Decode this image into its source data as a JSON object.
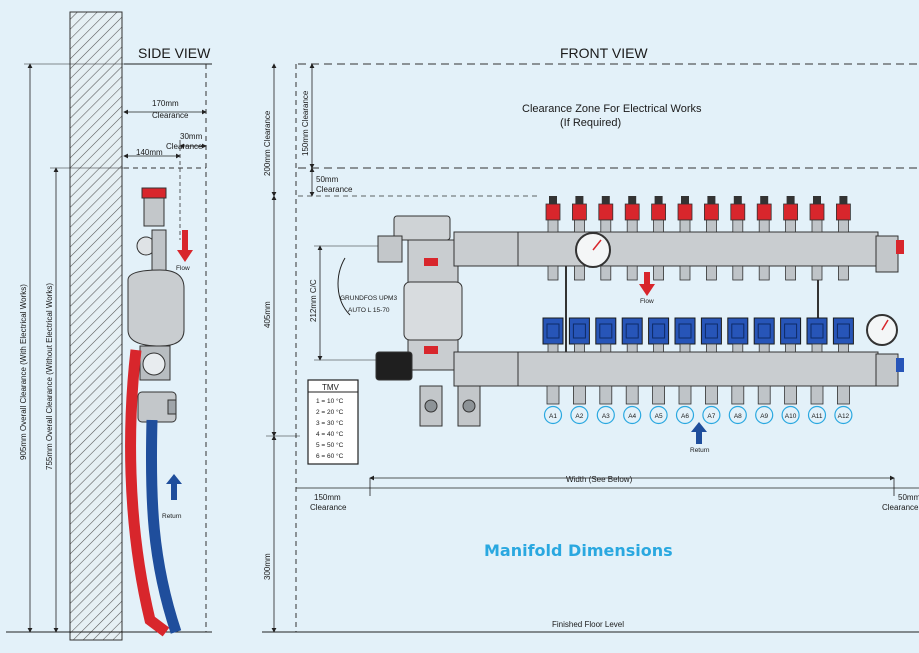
{
  "side_view": {
    "title": "SIDE VIEW",
    "dim_170": "170mm",
    "dim_170_sub": "Clearance",
    "dim_30": "30mm",
    "dim_30_sub": "Clearance",
    "dim_140": "140mm",
    "overall_905": "905mm Overall Clearance (With Electrical Works)",
    "overall_755": "755mm Overall Clearance (Without Electrical Works)",
    "flow": "Flow",
    "return": "Return"
  },
  "front_view": {
    "title": "FRONT VIEW",
    "zone_line1": "Clearance Zone For Electrical Works",
    "zone_line2": "(If Required)",
    "dim_200": "200mm Clearance",
    "dim_150": "150mm Clearance",
    "dim_50_top": "50mm",
    "dim_50_top_sub": "Clearance",
    "dim_212": "212mm C/C",
    "dim_405": "405mm",
    "dim_300": "300mm",
    "pump_line1": "GRUNDFOS UPM3",
    "pump_line2": "AUTO L 15-70",
    "tmv_title": "TMV",
    "tmv_rows": [
      "1 = 10 °C",
      "2 = 20 °C",
      "3 = 30 °C",
      "4 = 40 °C",
      "5 = 50 °C",
      "6 = 60 °C"
    ],
    "ports": [
      "A1",
      "A2",
      "A3",
      "A4",
      "A5",
      "A6",
      "A7",
      "A8",
      "A9",
      "A10",
      "A11",
      "A12"
    ],
    "flow": "Flow",
    "return": "Return",
    "width": "Width (See Below)",
    "dim_150_left": "150mm",
    "dim_150_left_sub": "Clearance",
    "dim_50_right": "50mm",
    "dim_50_right_sub": "Clearance",
    "floor": "Finished Floor Level"
  },
  "caption": "Manifold Dimensions",
  "colors": {
    "background": "#e3f1f9",
    "flow_red": "#d8262c",
    "return_blue": "#1f4e9c",
    "actuator_blue": "#2755b8",
    "caption_blue": "#2aa8e0"
  }
}
